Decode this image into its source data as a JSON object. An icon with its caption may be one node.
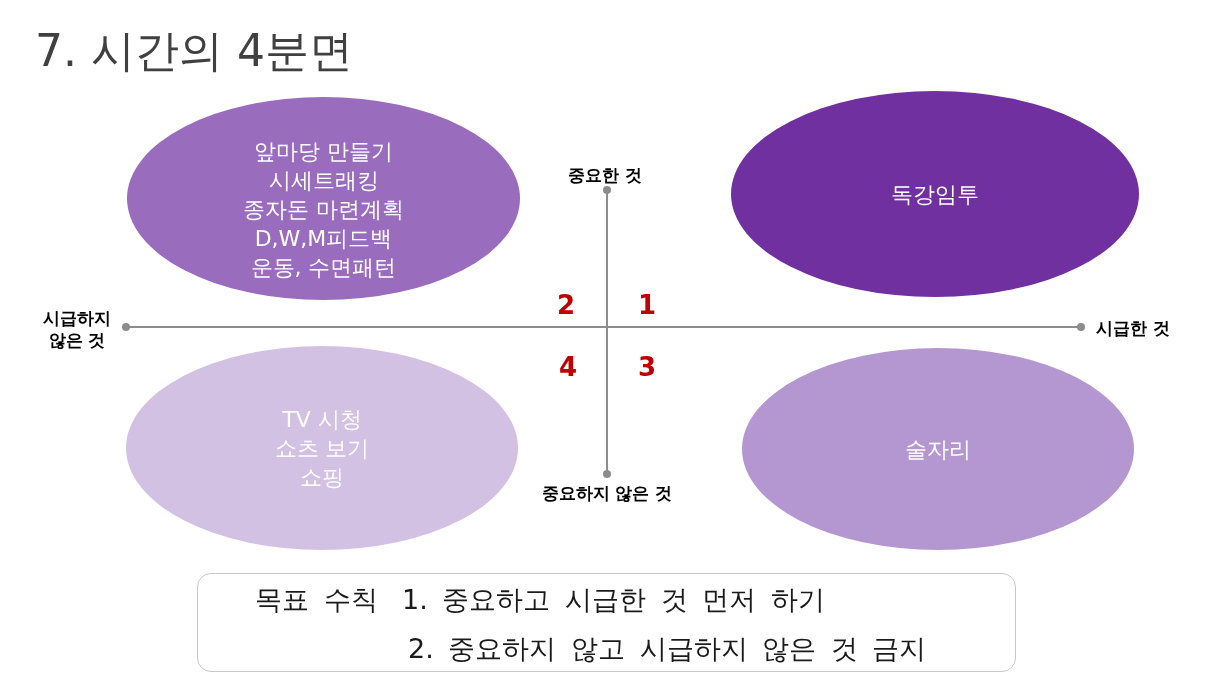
{
  "diagram": {
    "title": "7. 시간의 4분면",
    "nodes": [
      {
        "text": [
          "앞마당 만들기",
          "시세트래킹",
          "종자돈 마련계획",
          "D,W,M피드백",
          "운동, 수면패턴"
        ]
      },
      {
        "text": [
          "독강임투"
        ]
      },
      {
        "text": [
          "TV 시청",
          "쇼츠 보기",
          "쇼핑"
        ]
      },
      {
        "text": [
          "술자리"
        ]
      },
      {
        "text": [
          "목표 수칙",
          "1. 중요하고 시급한 것 먼저 하기",
          "2. 중요하지 않고 시급하지 않은 것 금지"
        ]
      }
    ],
    "labels": [
      "중요한 것",
      "2",
      "1",
      "시급하지 않은 것",
      "시급한 것",
      "4",
      "3",
      "중요하지 않은 것"
    ]
  }
}
